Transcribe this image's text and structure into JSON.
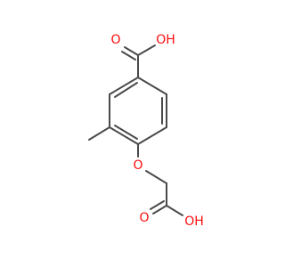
{
  "molecule": {
    "atoms": {
      "carboxyl_top_carbonyl_o": "O",
      "carboxyl_top_hydroxyl": "OH",
      "ether_o": "O",
      "carboxyl_bottom_carbonyl_o": "O",
      "carboxyl_bottom_hydroxyl": "OH"
    },
    "colors": {
      "bond": "#4a4a4a",
      "oxygen": "#ff0d0d",
      "background": "#ffffff"
    }
  }
}
